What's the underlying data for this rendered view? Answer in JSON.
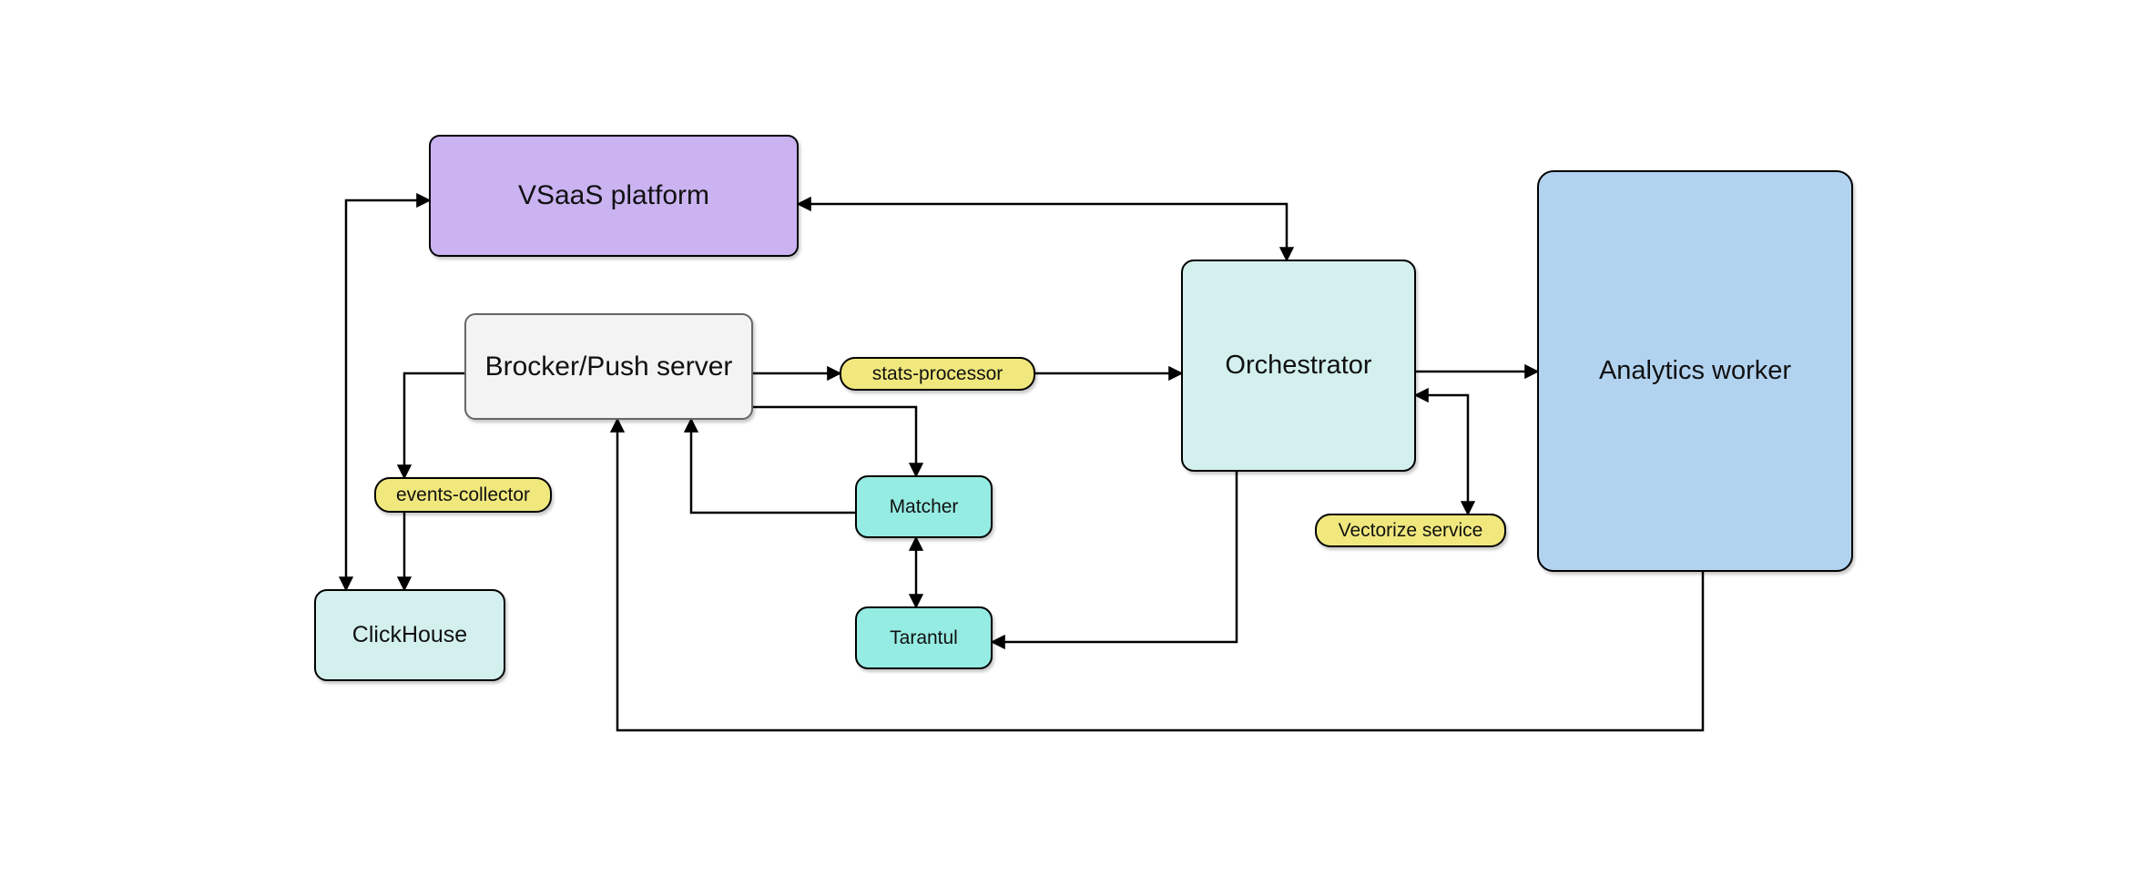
{
  "diagram": {
    "nodes": {
      "vsaas": {
        "label": "VSaaS platform",
        "fill": "#cbb3f2"
      },
      "brocker": {
        "label": "Brocker/Push server",
        "fill": "#f3f3f3"
      },
      "stats": {
        "label": "stats-processor",
        "fill": "#f0e87d"
      },
      "orchestrator": {
        "label": "Orchestrator",
        "fill": "#d3f0ee"
      },
      "analytics": {
        "label": "Analytics worker",
        "fill": "#b2d3f0"
      },
      "events": {
        "label": "events-collector",
        "fill": "#f0e87d"
      },
      "clickhouse": {
        "label": "ClickHouse",
        "fill": "#d3f0ee"
      },
      "matcher": {
        "label": "Matcher",
        "fill": "#95ece2"
      },
      "tarantul": {
        "label": "Tarantul",
        "fill": "#95ece2"
      },
      "vectorize": {
        "label": "Vectorize service",
        "fill": "#f0e87d"
      }
    },
    "edges": [
      {
        "from": "orchestrator",
        "to": "vsaas",
        "arrows": "both"
      },
      {
        "from": "vsaas",
        "to": "clickhouse",
        "arrows": "both"
      },
      {
        "from": "brocker",
        "to": "stats",
        "arrows": "end"
      },
      {
        "from": "stats",
        "to": "orchestrator",
        "arrows": "end"
      },
      {
        "from": "orchestrator",
        "to": "analytics",
        "arrows": "end"
      },
      {
        "from": "orchestrator",
        "to": "vectorize",
        "arrows": "both"
      },
      {
        "from": "brocker",
        "to": "events",
        "arrows": "end"
      },
      {
        "from": "events",
        "to": "clickhouse",
        "arrows": "end"
      },
      {
        "from": "brocker",
        "to": "matcher",
        "arrows": "end"
      },
      {
        "from": "matcher",
        "to": "brocker",
        "arrows": "end"
      },
      {
        "from": "matcher",
        "to": "tarantul",
        "arrows": "both"
      },
      {
        "from": "orchestrator",
        "to": "tarantul",
        "arrows": "end"
      },
      {
        "from": "analytics",
        "to": "brocker",
        "arrows": "end"
      }
    ],
    "colors": {
      "background": "#ffffff",
      "connector": "#000000",
      "node_border": "#000000",
      "brocker_border": "#666666"
    }
  }
}
